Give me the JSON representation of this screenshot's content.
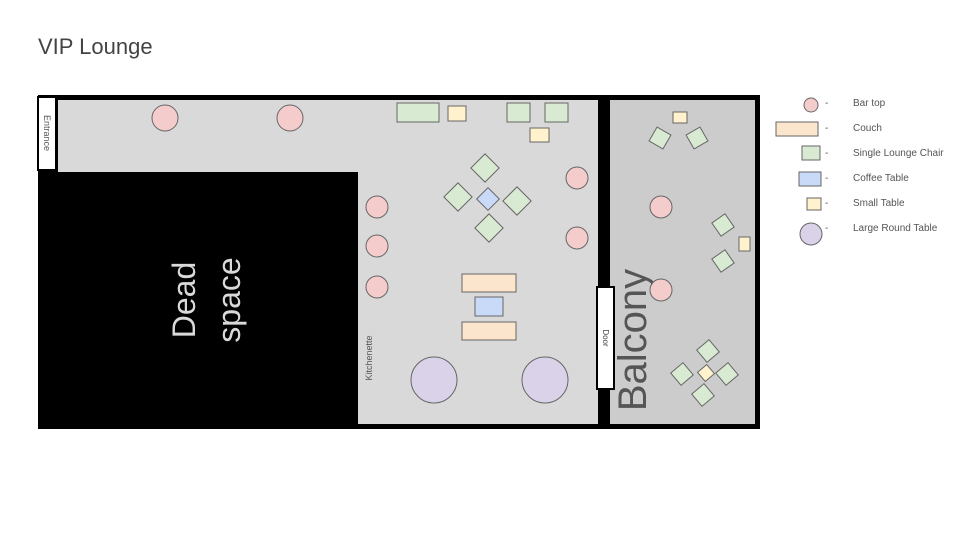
{
  "title": "VIP Lounge",
  "labels": {
    "entrance": "Entrance",
    "dead_space_line1": "Dead",
    "dead_space_line2": "space",
    "kitchenette": "Kitchenette",
    "door": "Door",
    "balcony": "Balcony"
  },
  "legend": [
    {
      "dash": "-",
      "label": "Bar top"
    },
    {
      "dash": "-",
      "label": "Couch"
    },
    {
      "dash": "-",
      "label": "Single Lounge Chair"
    },
    {
      "dash": "-",
      "label": "Coffee Table"
    },
    {
      "dash": "-",
      "label": "Small Table"
    },
    {
      "dash": "-",
      "label": "Large Round Table"
    }
  ],
  "colors": {
    "bar_top": "#f4cccc",
    "couch": "#fce5cd",
    "lounge_chair": "#d9ead3",
    "coffee_table": "#c9daf8",
    "small_table": "#fff2cc",
    "round_table": "#d9d2e9",
    "floor": "#d9d9d9",
    "balcony_floor": "#cccccc",
    "wall": "#000000"
  }
}
